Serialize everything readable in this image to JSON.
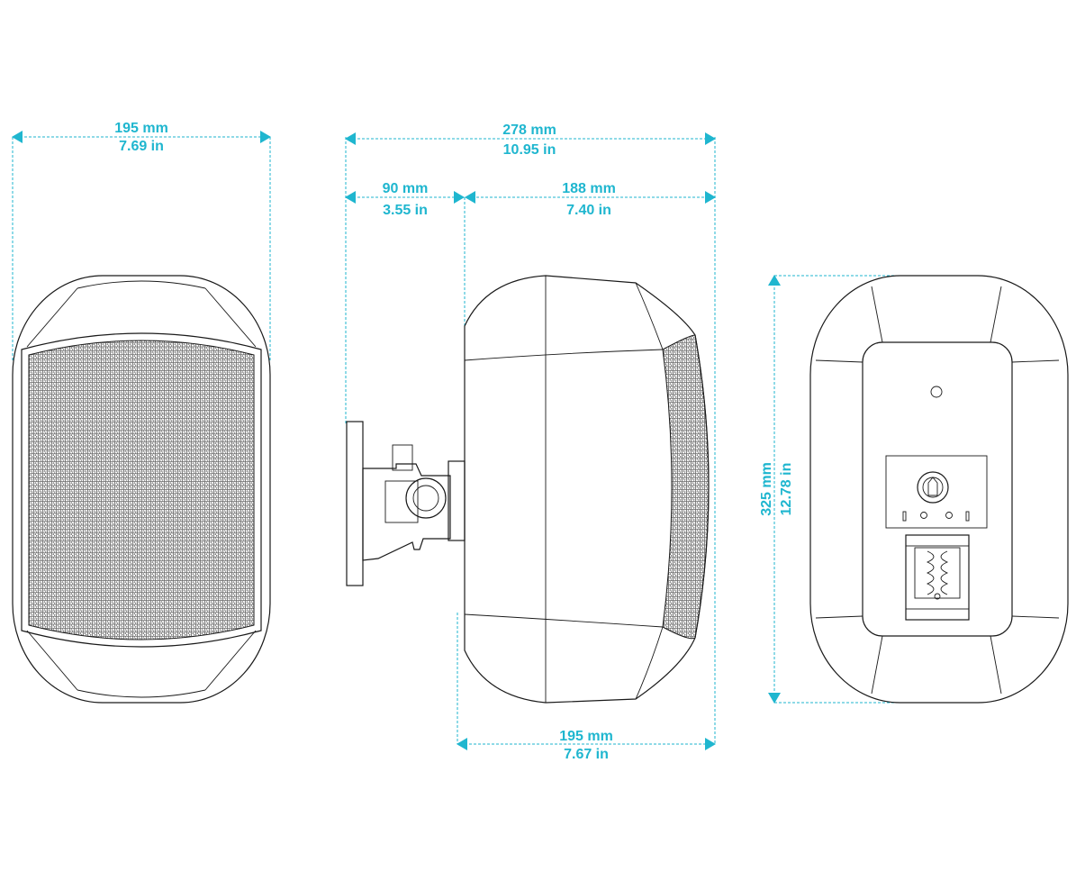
{
  "colors": {
    "dimension": "#1fb6cf",
    "drawing": "#1a1a1a",
    "background": "#ffffff"
  },
  "front_view": {
    "width_mm": "195 mm",
    "width_in": "7.69 in"
  },
  "side_view": {
    "total_depth_mm": "278 mm",
    "total_depth_in": "10.95 in",
    "bracket_depth_mm": "90 mm",
    "bracket_depth_in": "3.55 in",
    "cabinet_depth_mm": "188 mm",
    "cabinet_depth_in": "7.40 in",
    "bottom_depth_mm": "195 mm",
    "bottom_depth_in": "7.67 in"
  },
  "rear_view": {
    "height_mm": "325 mm",
    "height_in": "12.78 in"
  }
}
